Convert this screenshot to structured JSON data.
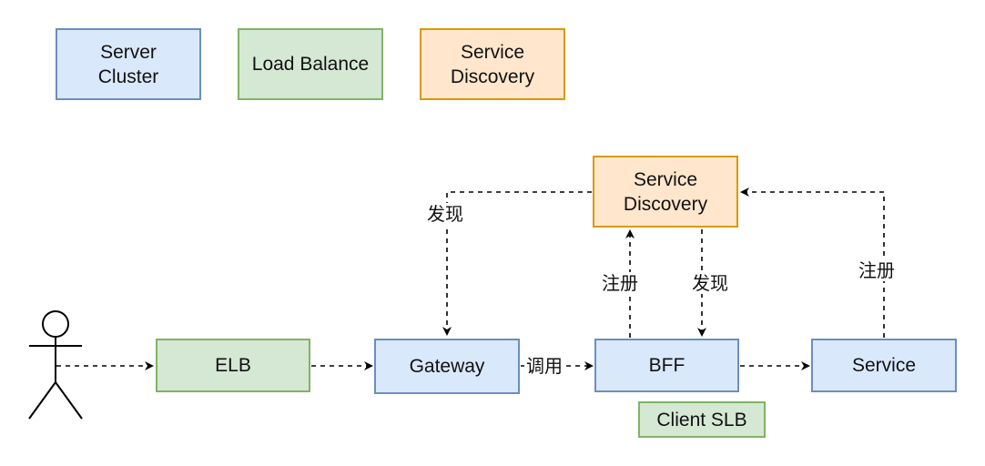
{
  "colors": {
    "server_fill": "#dae8fc",
    "server_stroke": "#6c8ebf",
    "lb_fill": "#d5e8d4",
    "lb_stroke": "#82b366",
    "sd_fill": "#ffe6cc",
    "sd_stroke": "#d79b00",
    "line": "#000000"
  },
  "legend": {
    "server_cluster": "Server\nCluster",
    "load_balance": "Load Balance",
    "service_discovery": "Service\nDiscovery"
  },
  "actor": {
    "icon": "person-icon"
  },
  "nodes": {
    "elb": "ELB",
    "gateway": "Gateway",
    "bff": "BFF",
    "service": "Service",
    "service_discovery": "Service\nDiscovery",
    "client_slb": "Client SLB"
  },
  "edges": {
    "gateway_discover": "发现",
    "bff_register": "注册",
    "bff_discover": "发现",
    "service_register": "注册",
    "gateway_call": "调用"
  }
}
